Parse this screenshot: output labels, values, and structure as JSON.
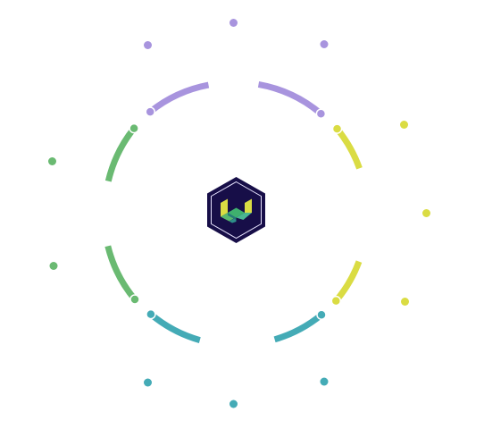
{
  "diagram": {
    "center_logo": {
      "icon": "hexagon-cube-logo",
      "hex_fill": "#170e48",
      "ring_color": "#ffffff"
    },
    "segments": [
      {
        "name": "purple",
        "color": "#a894de",
        "outer_dots": 3
      },
      {
        "name": "yellow",
        "color": "#dadc43",
        "outer_dots": 3
      },
      {
        "name": "teal",
        "color": "#44abb6",
        "outer_dots": 3
      },
      {
        "name": "green",
        "color": "#6aba72",
        "outer_dots": 2
      }
    ]
  }
}
